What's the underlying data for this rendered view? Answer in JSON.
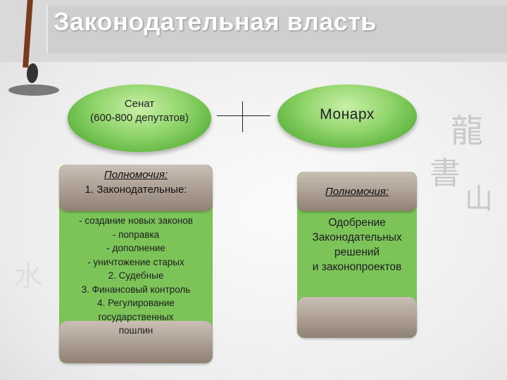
{
  "title": "Законодательная власть",
  "senate": {
    "line1": "Сенат",
    "line2": "(600-800 депутатов)"
  },
  "monarch": {
    "label": "Монарх"
  },
  "left_panel": {
    "powers_heading": "Полномочия:",
    "item1": "1.  Законодательные:",
    "lines": [
      "- создание новых законов",
      "- поправка",
      "- дополнение",
      "- уничтожение старых",
      "2. Судебные",
      "3. Финансовый контроль",
      "4. Регулирование",
      "государственных",
      "пошлин"
    ]
  },
  "right_panel": {
    "powers_heading": "Полномочия:",
    "lines": [
      "Одобрение",
      "Законодательных",
      "решений",
      "и законопроектов"
    ]
  },
  "colors": {
    "oval_green": "#6cc24a",
    "panel_green": "#7dc458",
    "tab_taupe": "#a89a8e"
  }
}
